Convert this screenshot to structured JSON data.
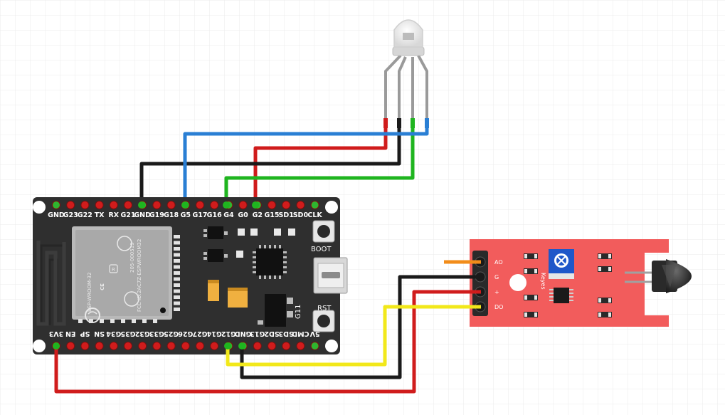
{
  "board": {
    "top_pins": [
      "GND",
      "G23",
      "G22",
      "TX",
      "RX",
      "G21",
      "GND",
      "G19",
      "G18",
      "G5",
      "G17",
      "G16",
      "G4",
      "G0",
      "G2",
      "G15",
      "SD1",
      "SD0",
      "CLK"
    ],
    "bottom_pins": [
      "3V3",
      "EN",
      "SP",
      "SN",
      "G34",
      "G35",
      "G32",
      "G33",
      "G25",
      "G26",
      "G27",
      "G14",
      "G12",
      "GND",
      "G13",
      "SD2",
      "SD3",
      "CMD",
      "5V"
    ],
    "boot_label": "BOOT",
    "rst_label": "RST",
    "module_text": {
      "line1": "ESP-WROOM-32",
      "line2": "205-000519",
      "line3": "FCC ID:2AC7Z-ESPWROOM32",
      "cert": "R"
    },
    "g11_label": "G11"
  },
  "sensor": {
    "pins": [
      "AO",
      "G",
      "+",
      "DO"
    ],
    "brand": "Keyes"
  },
  "colors": {
    "grid": "#eeeeee",
    "board": "#2f2f2f",
    "module": "#b9b9b9",
    "sensor": "#f25c5c",
    "wire_red": "#d01c1c",
    "wire_black": "#1a1a1a",
    "wire_blue": "#2a7fd4",
    "wire_green": "#1fb51f",
    "wire_yellow": "#f2e81a",
    "wire_orange": "#f28c1a"
  }
}
